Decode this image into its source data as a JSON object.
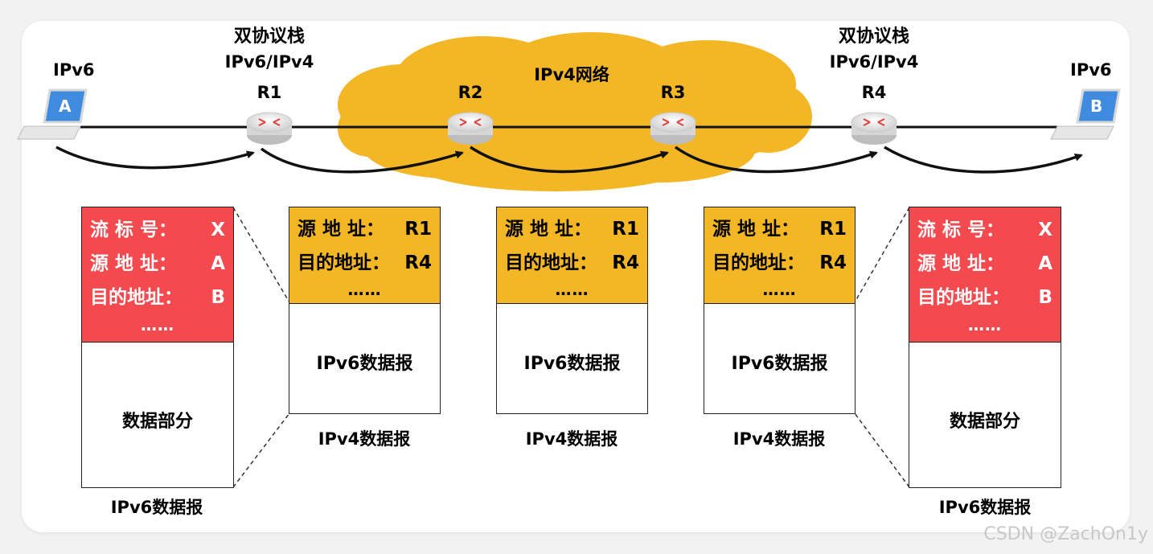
{
  "labels": {
    "dual_stack": "双协议栈",
    "ipv6_ipv4": "IPv6/IPv4",
    "ipv6": "IPv6",
    "ipv4_network": "IPv4网络",
    "r1": "R1",
    "r2": "R2",
    "r3": "R3",
    "r4": "R4",
    "host_a": "A",
    "host_b": "B"
  },
  "ipv6_packet": {
    "flow_label_key": "流 标 号：",
    "flow_label_val": "X",
    "src_key": "源 地 址：",
    "src_val": "A",
    "dst_key": "目的地址：",
    "dst_val": "B",
    "ellipsis": "……",
    "body": "数据部分",
    "caption": "IPv6数据报"
  },
  "ipv4_packet": {
    "src_key": "源 地 址：",
    "src_val": "R1",
    "dst_key": "目的地址：",
    "dst_val": "R4",
    "ellipsis": "……",
    "body": "IPv6数据报",
    "caption": "IPv4数据报"
  },
  "watermark": "CSDN @ZachOn1y",
  "colors": {
    "cloud": "#f3b625",
    "ipv6_header": "#f34a4f",
    "ipv4_header": "#f3b625",
    "laptop_screen": "#3f8be0"
  }
}
